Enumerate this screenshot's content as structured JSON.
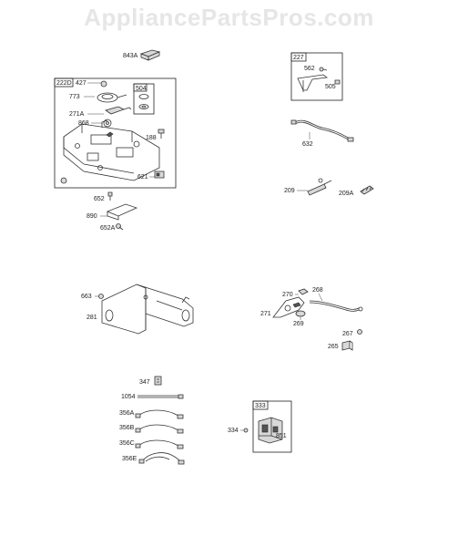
{
  "watermark": "AppliancePartsPros.com",
  "labels": {
    "p843A": "843A",
    "p222D": "222D",
    "p427": "427",
    "p504": "504",
    "p773": "773",
    "p271A": "271A",
    "p868": "868",
    "p188": "188",
    "p621": "621",
    "p652": "652",
    "p890": "890",
    "p652A": "652A",
    "p227": "227",
    "p562": "562",
    "p505": "505",
    "p632": "632",
    "p209": "209",
    "p209A": "209A",
    "p663": "663",
    "p281": "281",
    "p270": "270",
    "p268": "268",
    "p271": "271",
    "p269": "269",
    "p267": "267",
    "p265": "265",
    "p347": "347",
    "p1054": "1054",
    "p356A": "356A",
    "p356B": "356B",
    "p356C": "356C",
    "p356E": "356E",
    "p333": "333",
    "p334": "334",
    "p851": "851"
  }
}
